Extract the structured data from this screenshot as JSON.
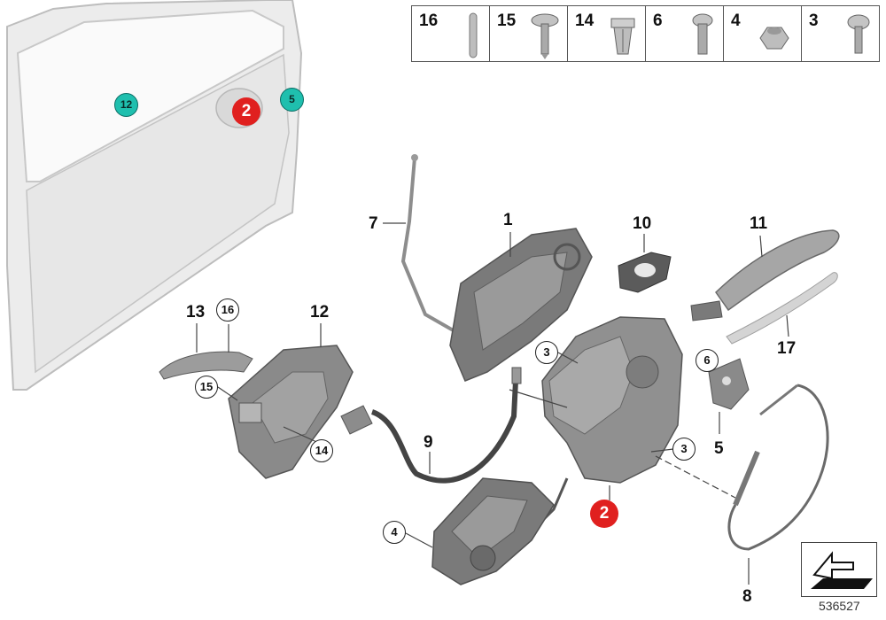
{
  "legend": [
    {
      "num": "16",
      "icon": "pin-icon"
    },
    {
      "num": "15",
      "icon": "screw-washer-icon"
    },
    {
      "num": "14",
      "icon": "expanding-nut-icon"
    },
    {
      "num": "6",
      "icon": "screw-icon"
    },
    {
      "num": "4",
      "icon": "hex-nut-icon"
    },
    {
      "num": "3",
      "icon": "flat-head-screw-icon"
    }
  ],
  "door_callouts": {
    "teal_12": "12",
    "teal_5": "5",
    "red_2": "2"
  },
  "part_labels": {
    "p1": "1",
    "p7": "7",
    "p10": "10",
    "p11": "11",
    "p17": "17",
    "p13": "13",
    "p12": "12",
    "p9": "9",
    "p5": "5",
    "p8": "8"
  },
  "circled_labels": {
    "c16": "16",
    "c15": "15",
    "c14": "14",
    "c3a": "3",
    "c3b": "3",
    "c6": "6",
    "c4": "4"
  },
  "red_lock_label": "2",
  "diagram_number": "536527",
  "colors": {
    "teal": "#1fbfae",
    "red": "#e0201f",
    "part": "#8c8c8c"
  }
}
